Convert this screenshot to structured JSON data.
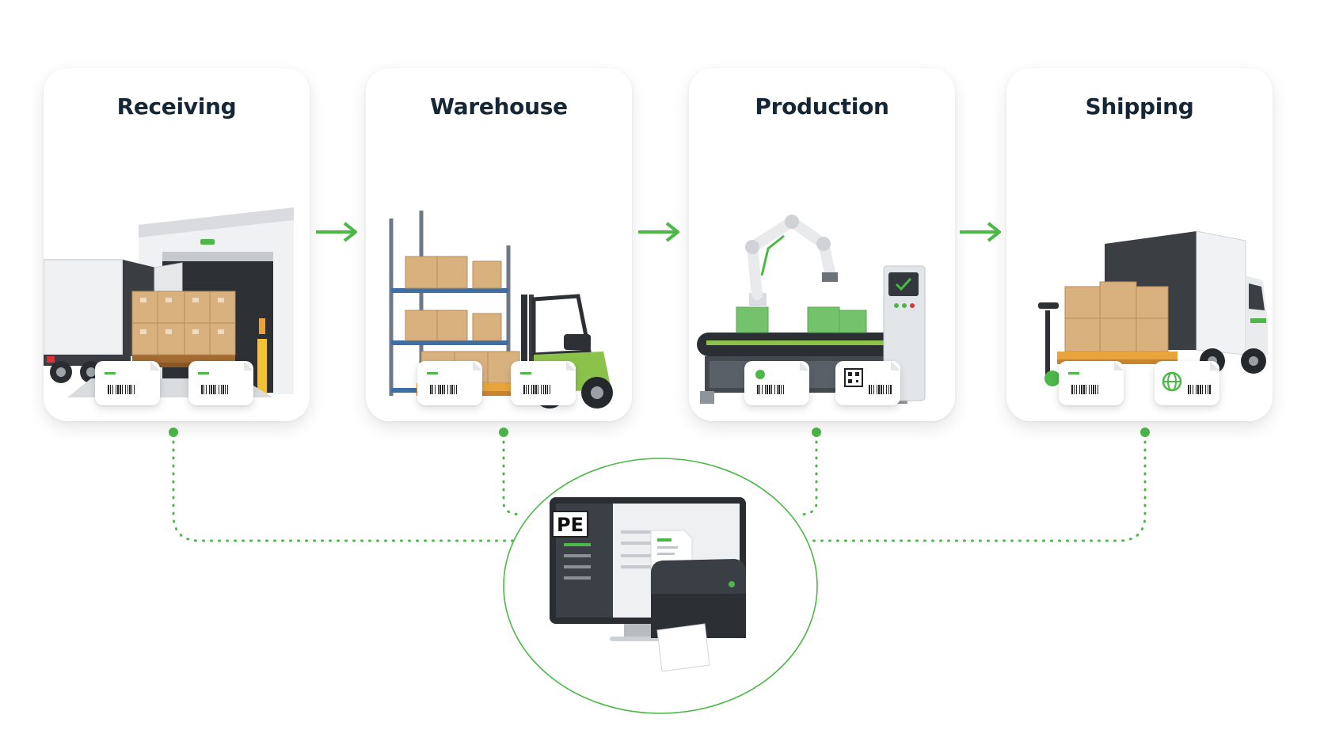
{
  "stages": [
    {
      "title": "Receiving"
    },
    {
      "title": "Warehouse"
    },
    {
      "title": "Production"
    },
    {
      "title": "Shipping"
    }
  ],
  "hub": {
    "logo_text": "PE"
  },
  "colors": {
    "accent": "#4cb848",
    "title": "#152637",
    "connector": "#4cb848",
    "box": "#d8b17f",
    "truck": "#eef0f2"
  },
  "icons": [
    "green-arrow-icon",
    "barcode-icon",
    "qr-code-icon",
    "globe-icon",
    "monitor-icon",
    "label-printer-icon"
  ]
}
